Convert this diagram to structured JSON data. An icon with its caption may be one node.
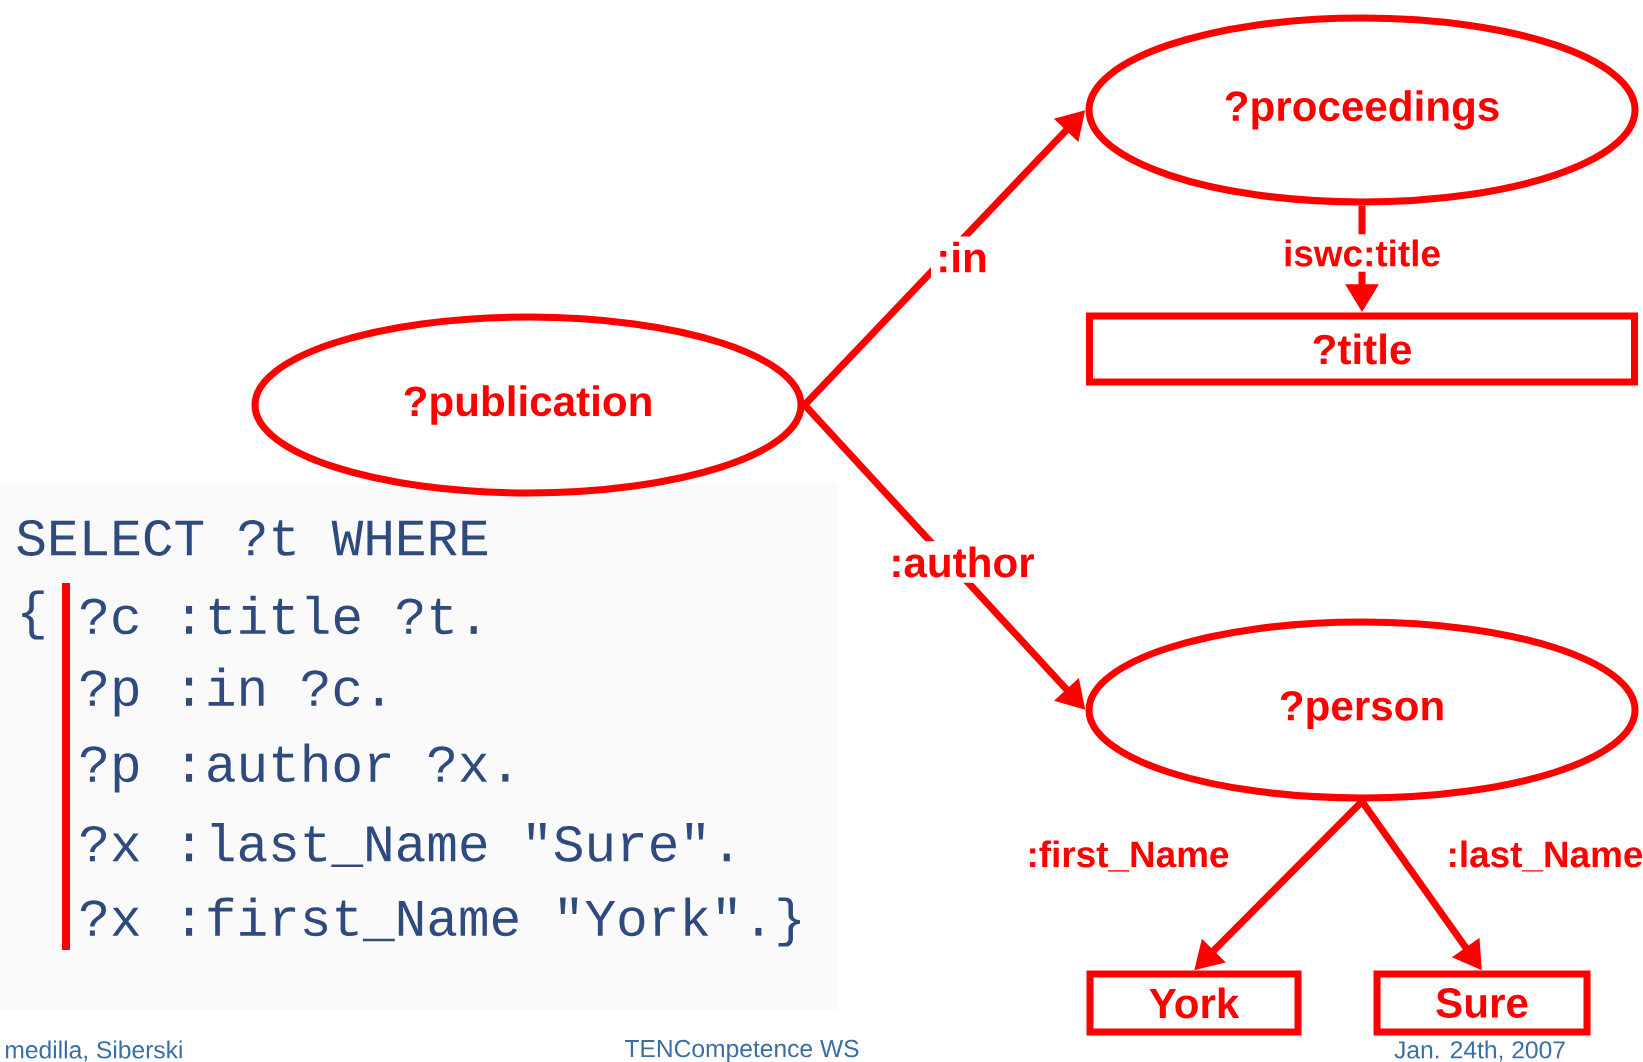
{
  "diagram": {
    "nodes": [
      {
        "text": [
          "?publication"
        ]
      },
      {
        "text": [
          "?proceedings"
        ]
      },
      {
        "text": [
          "?title"
        ]
      },
      {
        "text": [
          "?person"
        ]
      },
      {
        "text": [
          "York"
        ]
      },
      {
        "text": [
          "Sure"
        ]
      }
    ],
    "edges": [
      {
        "from": 0,
        "to": 1,
        "arrow": "to",
        "label": ":in"
      },
      {
        "from": 1,
        "to": 2,
        "arrow": "to",
        "label": "iswc:title"
      },
      {
        "from": 0,
        "to": 3,
        "arrow": "to",
        "label": ":author"
      },
      {
        "from": 3,
        "to": 4,
        "arrow": "to",
        "label": ":first_Name"
      },
      {
        "from": 3,
        "to": 5,
        "arrow": "to",
        "label": ":last_Name"
      }
    ],
    "labels": [
      "SELECT ?t WHERE",
      "{",
      "?c :title ?t.",
      "?p :in ?c.",
      "?p :author ?x.",
      "?x :last_Name \"Sure\".",
      "?x :first_Name \"York\".}",
      "medilla, Siberski",
      "TENCompetence WS",
      "Jan. 24th, 2007"
    ]
  }
}
